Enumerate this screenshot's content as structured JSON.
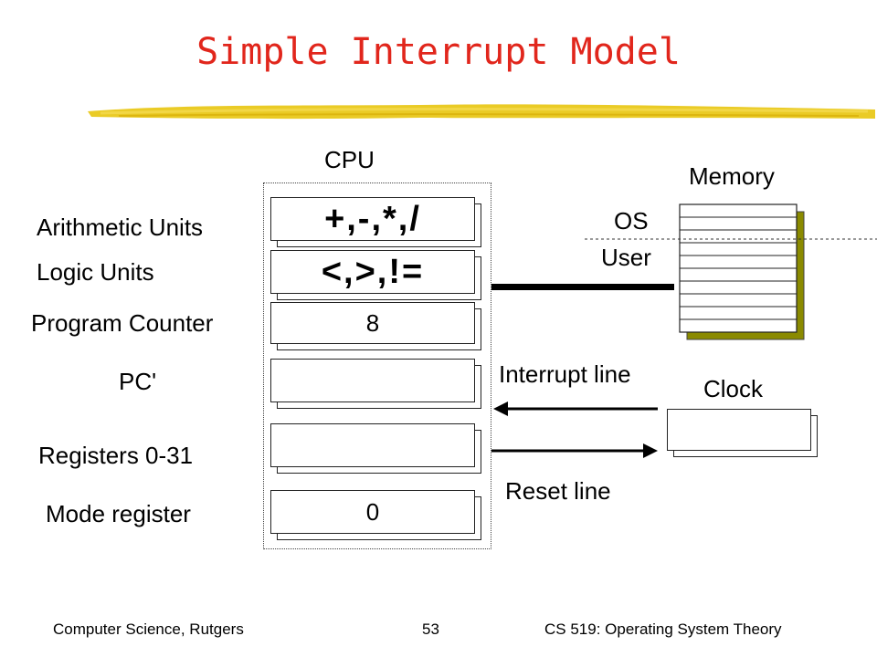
{
  "slide": {
    "title": "Simple Interrupt Model"
  },
  "cpu": {
    "heading": "CPU",
    "rows": [
      {
        "label": "Arithmetic Units",
        "value": "+,-,*,/"
      },
      {
        "label": "Logic Units",
        "value": "<,>,!="
      },
      {
        "label": "Program Counter",
        "value": "8"
      },
      {
        "label": "PC'",
        "value": ""
      },
      {
        "label": "Registers 0-31",
        "value": ""
      },
      {
        "label": "Mode register",
        "value": "0"
      }
    ]
  },
  "memory": {
    "heading": "Memory",
    "os_label": "OS",
    "user_label": "User"
  },
  "clock": {
    "heading": "Clock"
  },
  "lines": {
    "interrupt": "Interrupt line",
    "reset": "Reset line"
  },
  "footer": {
    "left": "Computer Science, Rutgers",
    "center": "53",
    "right": "CS 519: Operating System Theory"
  },
  "colors": {
    "title": "#e1261c",
    "highlight_stroke": "#e6c200",
    "memory_shadow": "#8a8a00"
  }
}
